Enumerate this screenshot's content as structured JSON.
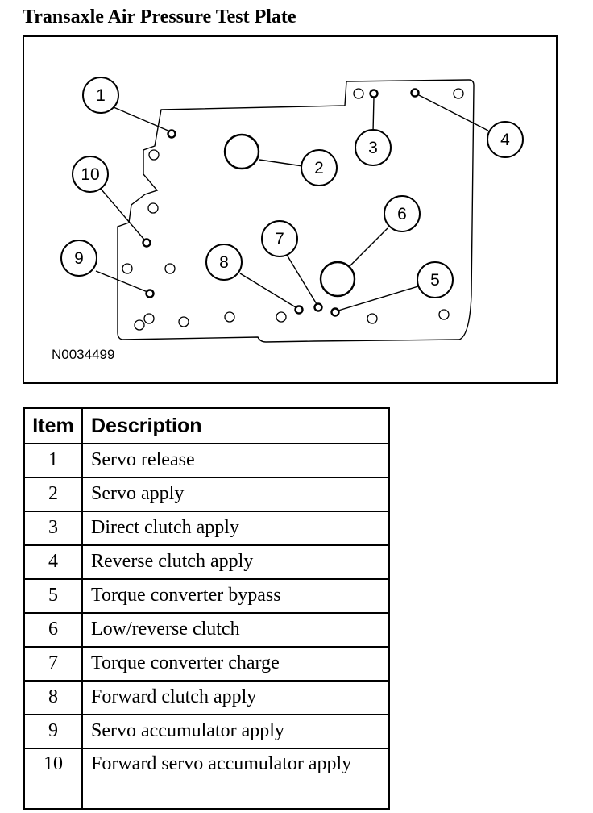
{
  "title": "Transaxle Air Pressure Test Plate",
  "figure": {
    "id": "N0034499",
    "callouts": [
      "1",
      "2",
      "3",
      "4",
      "5",
      "6",
      "7",
      "8",
      "9",
      "10"
    ]
  },
  "table": {
    "headers": {
      "item": "Item",
      "description": "Description"
    },
    "rows": [
      {
        "item": "1",
        "description": "Servo release"
      },
      {
        "item": "2",
        "description": "Servo apply"
      },
      {
        "item": "3",
        "description": "Direct clutch apply"
      },
      {
        "item": "4",
        "description": "Reverse clutch apply"
      },
      {
        "item": "5",
        "description": "Torque converter bypass"
      },
      {
        "item": "6",
        "description": "Low/reverse clutch"
      },
      {
        "item": "7",
        "description": "Torque converter charge"
      },
      {
        "item": "8",
        "description": "Forward clutch apply"
      },
      {
        "item": "9",
        "description": "Servo accumulator apply"
      },
      {
        "item": "10",
        "description": "Forward servo accumulator apply"
      }
    ]
  }
}
